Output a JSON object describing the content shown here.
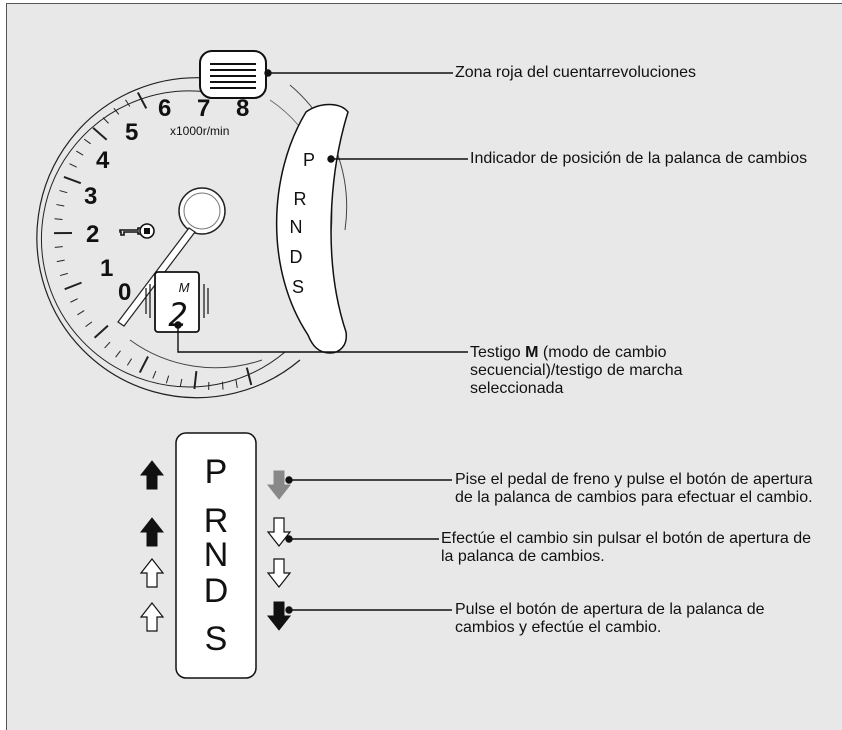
{
  "gauge": {
    "numbers": [
      "0",
      "1",
      "2",
      "3",
      "4",
      "5",
      "6",
      "7",
      "8"
    ],
    "unit": "x1000r/min",
    "gear_mode": "M",
    "gear_number": "2"
  },
  "shift_indicator": {
    "letters": [
      "P",
      "R",
      "N",
      "D",
      "S"
    ]
  },
  "gate": {
    "letters": [
      "P",
      "R",
      "N",
      "D",
      "S"
    ]
  },
  "labels": {
    "redzone": "Zona roja del cuentarrevoluciones",
    "position_indicator": "Indicador de posición de la palanca de cambios",
    "m_indicator_bold": "M",
    "m_indicator_pre": "Testigo ",
    "m_indicator_rest": " (modo de cambio secuencial)/testigo de marcha seleccionada",
    "brake_release": "Pise el pedal de freno y pulse el botón de apertura de la palanca de cambios para efectuar el cambio.",
    "no_button": "Efectúe el cambio sin pulsar el botón de apertura de la palanca de cambios.",
    "button": "Pulse el botón de apertura de la palanca de cambios y efectúe el cambio."
  },
  "colors": {
    "background": "#e8e8e8",
    "arrow_dark": "#111111",
    "arrow_gray": "#888888",
    "arrow_outline": "#ffffff"
  }
}
